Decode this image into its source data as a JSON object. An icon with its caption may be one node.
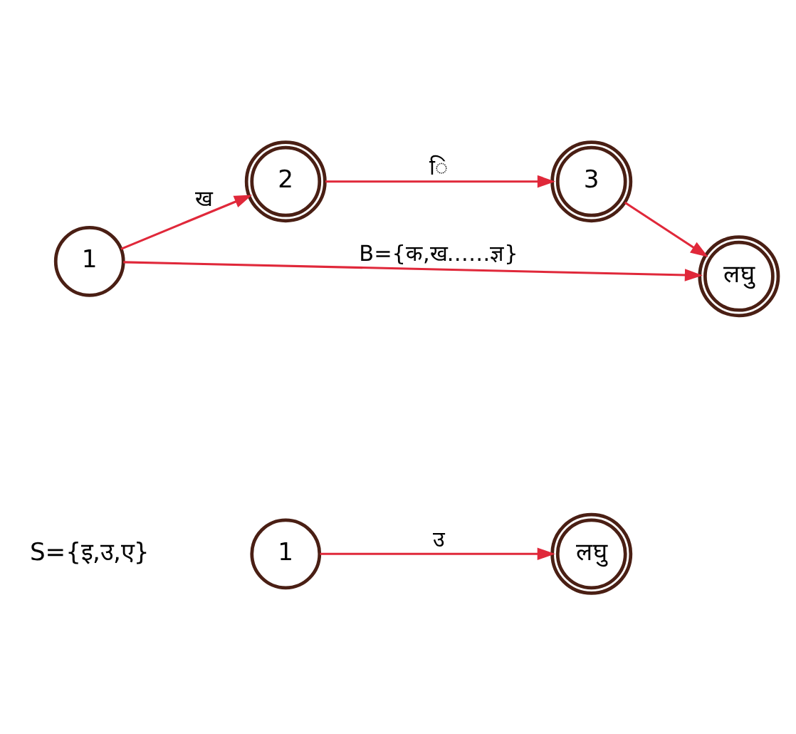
{
  "diagram": {
    "nodes": [
      {
        "text": [
          "1"
        ]
      },
      {
        "text": [
          "2"
        ]
      },
      {
        "text": [
          "3"
        ]
      },
      {
        "text": [
          "लघु"
        ]
      },
      {
        "text": [
          "1"
        ]
      },
      {
        "text": [
          "लघु"
        ]
      }
    ],
    "edges": [
      {
        "from": 0,
        "to": 1,
        "arrow": "to",
        "label": "ख"
      },
      {
        "from": 1,
        "to": 2,
        "arrow": "to",
        "label": "ि"
      },
      {
        "from": 2,
        "to": 3,
        "arrow": "to"
      },
      {
        "from": 0,
        "to": 3,
        "arrow": "to",
        "label": "B={क,ख……ज्ञ}"
      },
      {
        "from": 4,
        "to": 5,
        "arrow": "to",
        "label": "उ"
      }
    ],
    "labels": [
      "S={इ,उ,ए}"
    ]
  }
}
